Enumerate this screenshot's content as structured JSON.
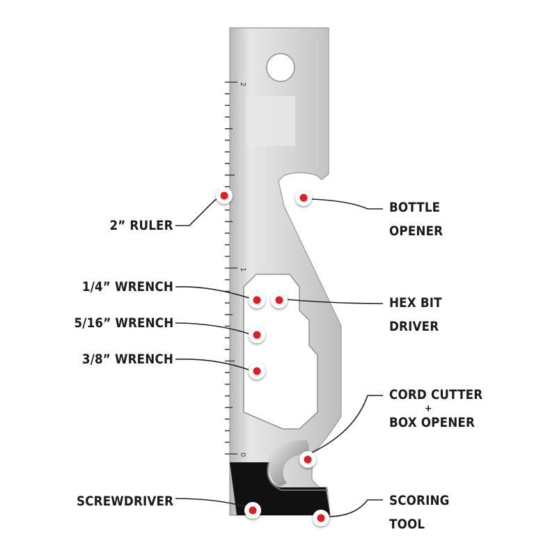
{
  "labels": {
    "ruler": "2” RULER",
    "wrench_quarter": "1/4” WRENCH",
    "wrench_five_sixteenths": "5/16” WRENCH",
    "wrench_three_eighths": "3/8” WRENCH",
    "screwdriver": "SCREWDRIVER",
    "bottle_opener": {
      "line1": "BOTTLE",
      "line2": "OPENER"
    },
    "hex_bit_driver": {
      "line1": "HEX BIT",
      "line2": "DRIVER"
    },
    "cord_cutter": {
      "line1": "CORD CUTTER",
      "plus": "+",
      "line2": "BOX OPENER"
    },
    "scoring_tool": {
      "line1": "SCORING",
      "line2": "TOOL"
    }
  },
  "ruler_marks": [
    "2",
    "1",
    "0"
  ],
  "colors": {
    "steel_light": "#e4e4e4",
    "steel_mid": "#c8c8c8",
    "steel_dark": "#a9a9a9",
    "tip_black": "#111111",
    "marker_red": "#e31b23",
    "marker_ring": "#ffffff",
    "leader_line": "#222222"
  }
}
